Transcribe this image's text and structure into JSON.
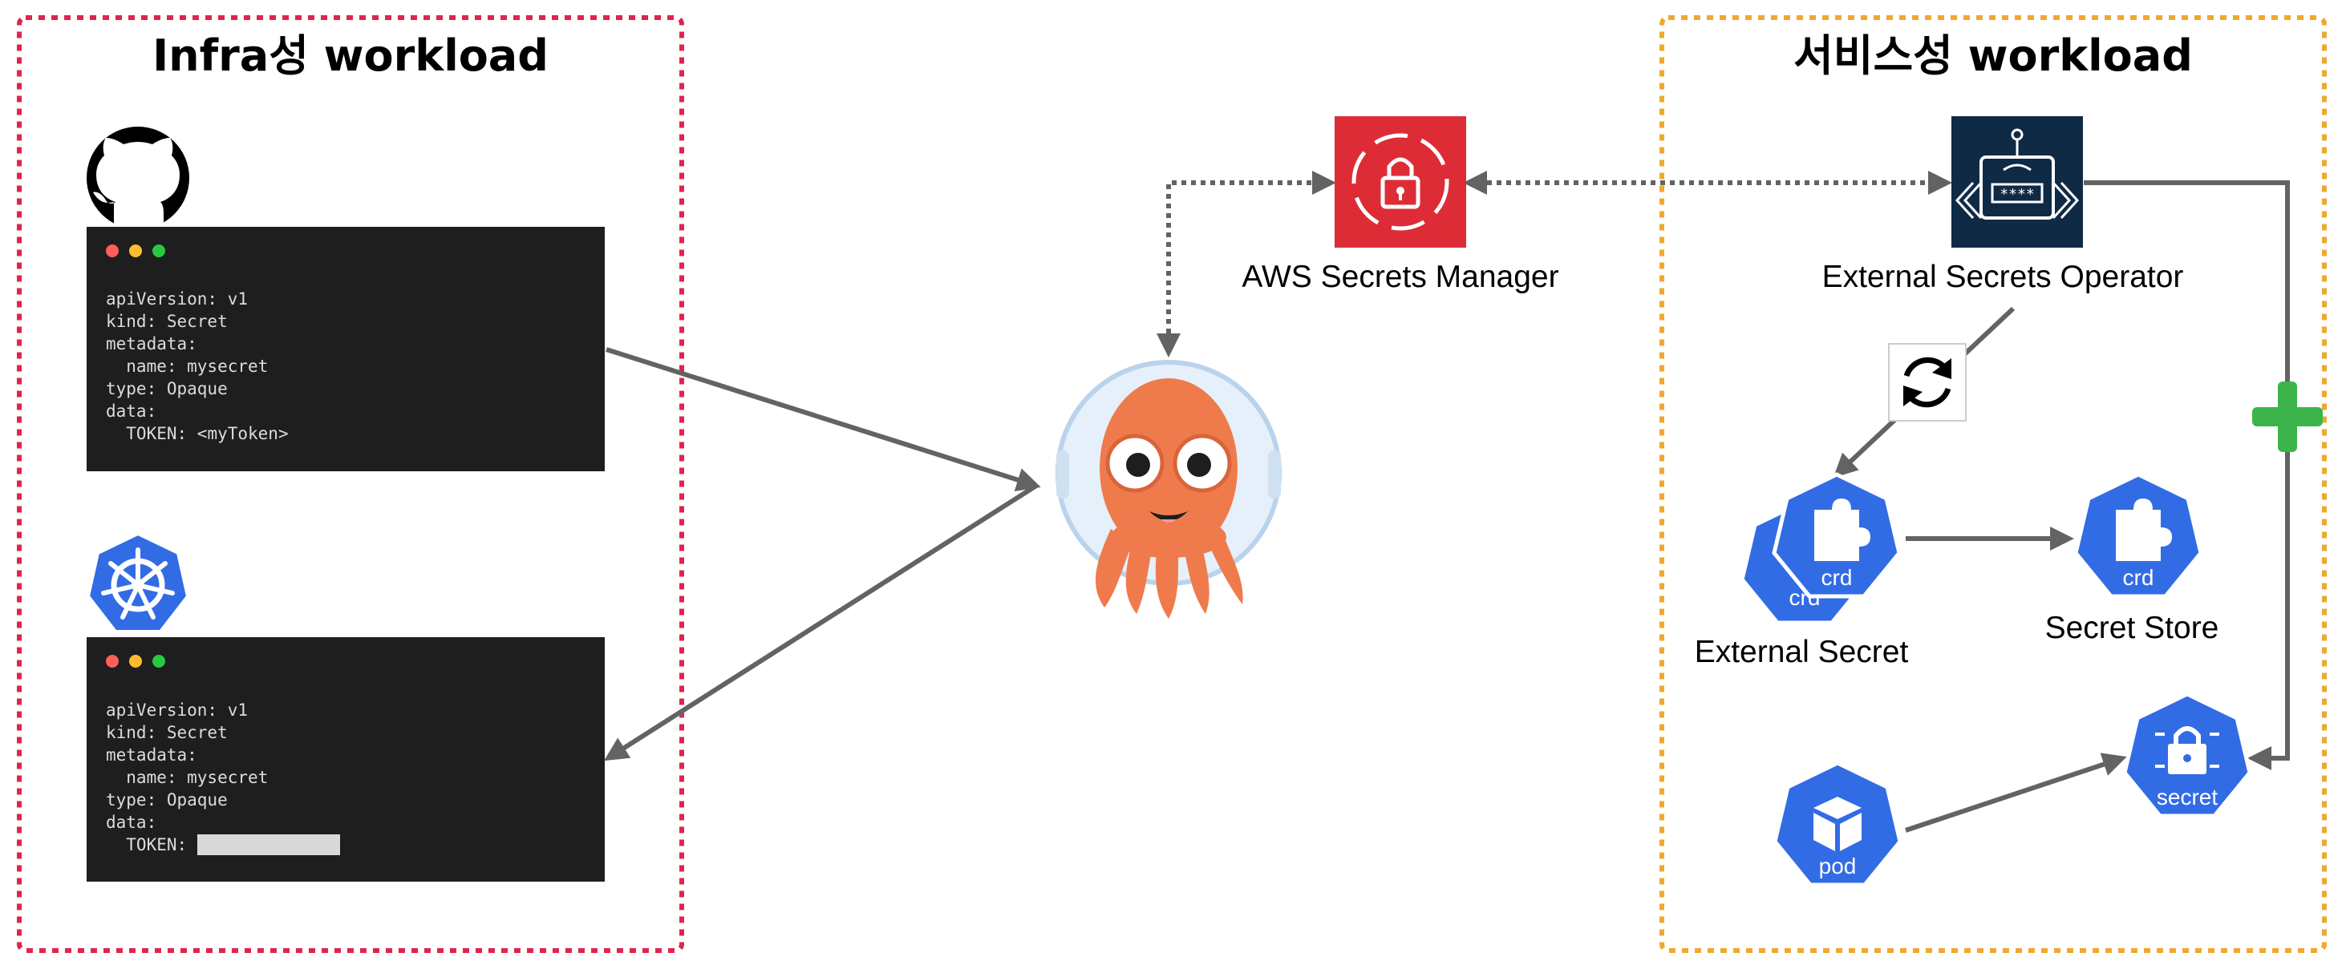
{
  "regions": {
    "infra": {
      "title": "Infra성 workload",
      "border_color": "#e0244f"
    },
    "service": {
      "title": "서비스성 workload",
      "border_color": "#f0a830"
    }
  },
  "code_blocks": [
    {
      "lines": [
        "apiVersion: v1",
        "kind: Secret",
        "metadata:",
        "  name: mysecret",
        "type: Opaque",
        "data:"
      ],
      "token_label": "  TOKEN: ",
      "token_value": "<myToken>",
      "token_masked": false
    },
    {
      "lines": [
        "apiVersion: v1",
        "kind: Secret",
        "metadata:",
        "  name: mysecret",
        "type: Opaque",
        "data:"
      ],
      "token_label": "  TOKEN: ",
      "token_value": "",
      "token_masked": true
    }
  ],
  "nodes": {
    "aws_secrets_manager": {
      "label": "AWS Secrets Manager",
      "color": "#dd2c36"
    },
    "eso": {
      "label": "External Secrets Operator",
      "color": "#0f2a45"
    },
    "external_secret": {
      "label": "External Secret",
      "icon_text": "crd"
    },
    "external_secret_back": {
      "icon_text": "crd"
    },
    "secret_store": {
      "label": "Secret Store",
      "icon_text": "crd"
    },
    "secret": {
      "icon_text": "secret"
    },
    "pod": {
      "icon_text": "pod"
    }
  },
  "colors": {
    "k8s_blue": "#326ce5",
    "arrow_gray": "#636363",
    "plus_green": "#3bb54a",
    "argo_orange": "#ef7b4d",
    "code_bg": "#1e1e1e"
  },
  "icons": [
    "github-icon",
    "kubernetes-icon",
    "argo-cd-icon",
    "sync-icon",
    "plus-icon",
    "puzzle-icon",
    "lock-icon",
    "cube-icon",
    "robot-icon"
  ]
}
